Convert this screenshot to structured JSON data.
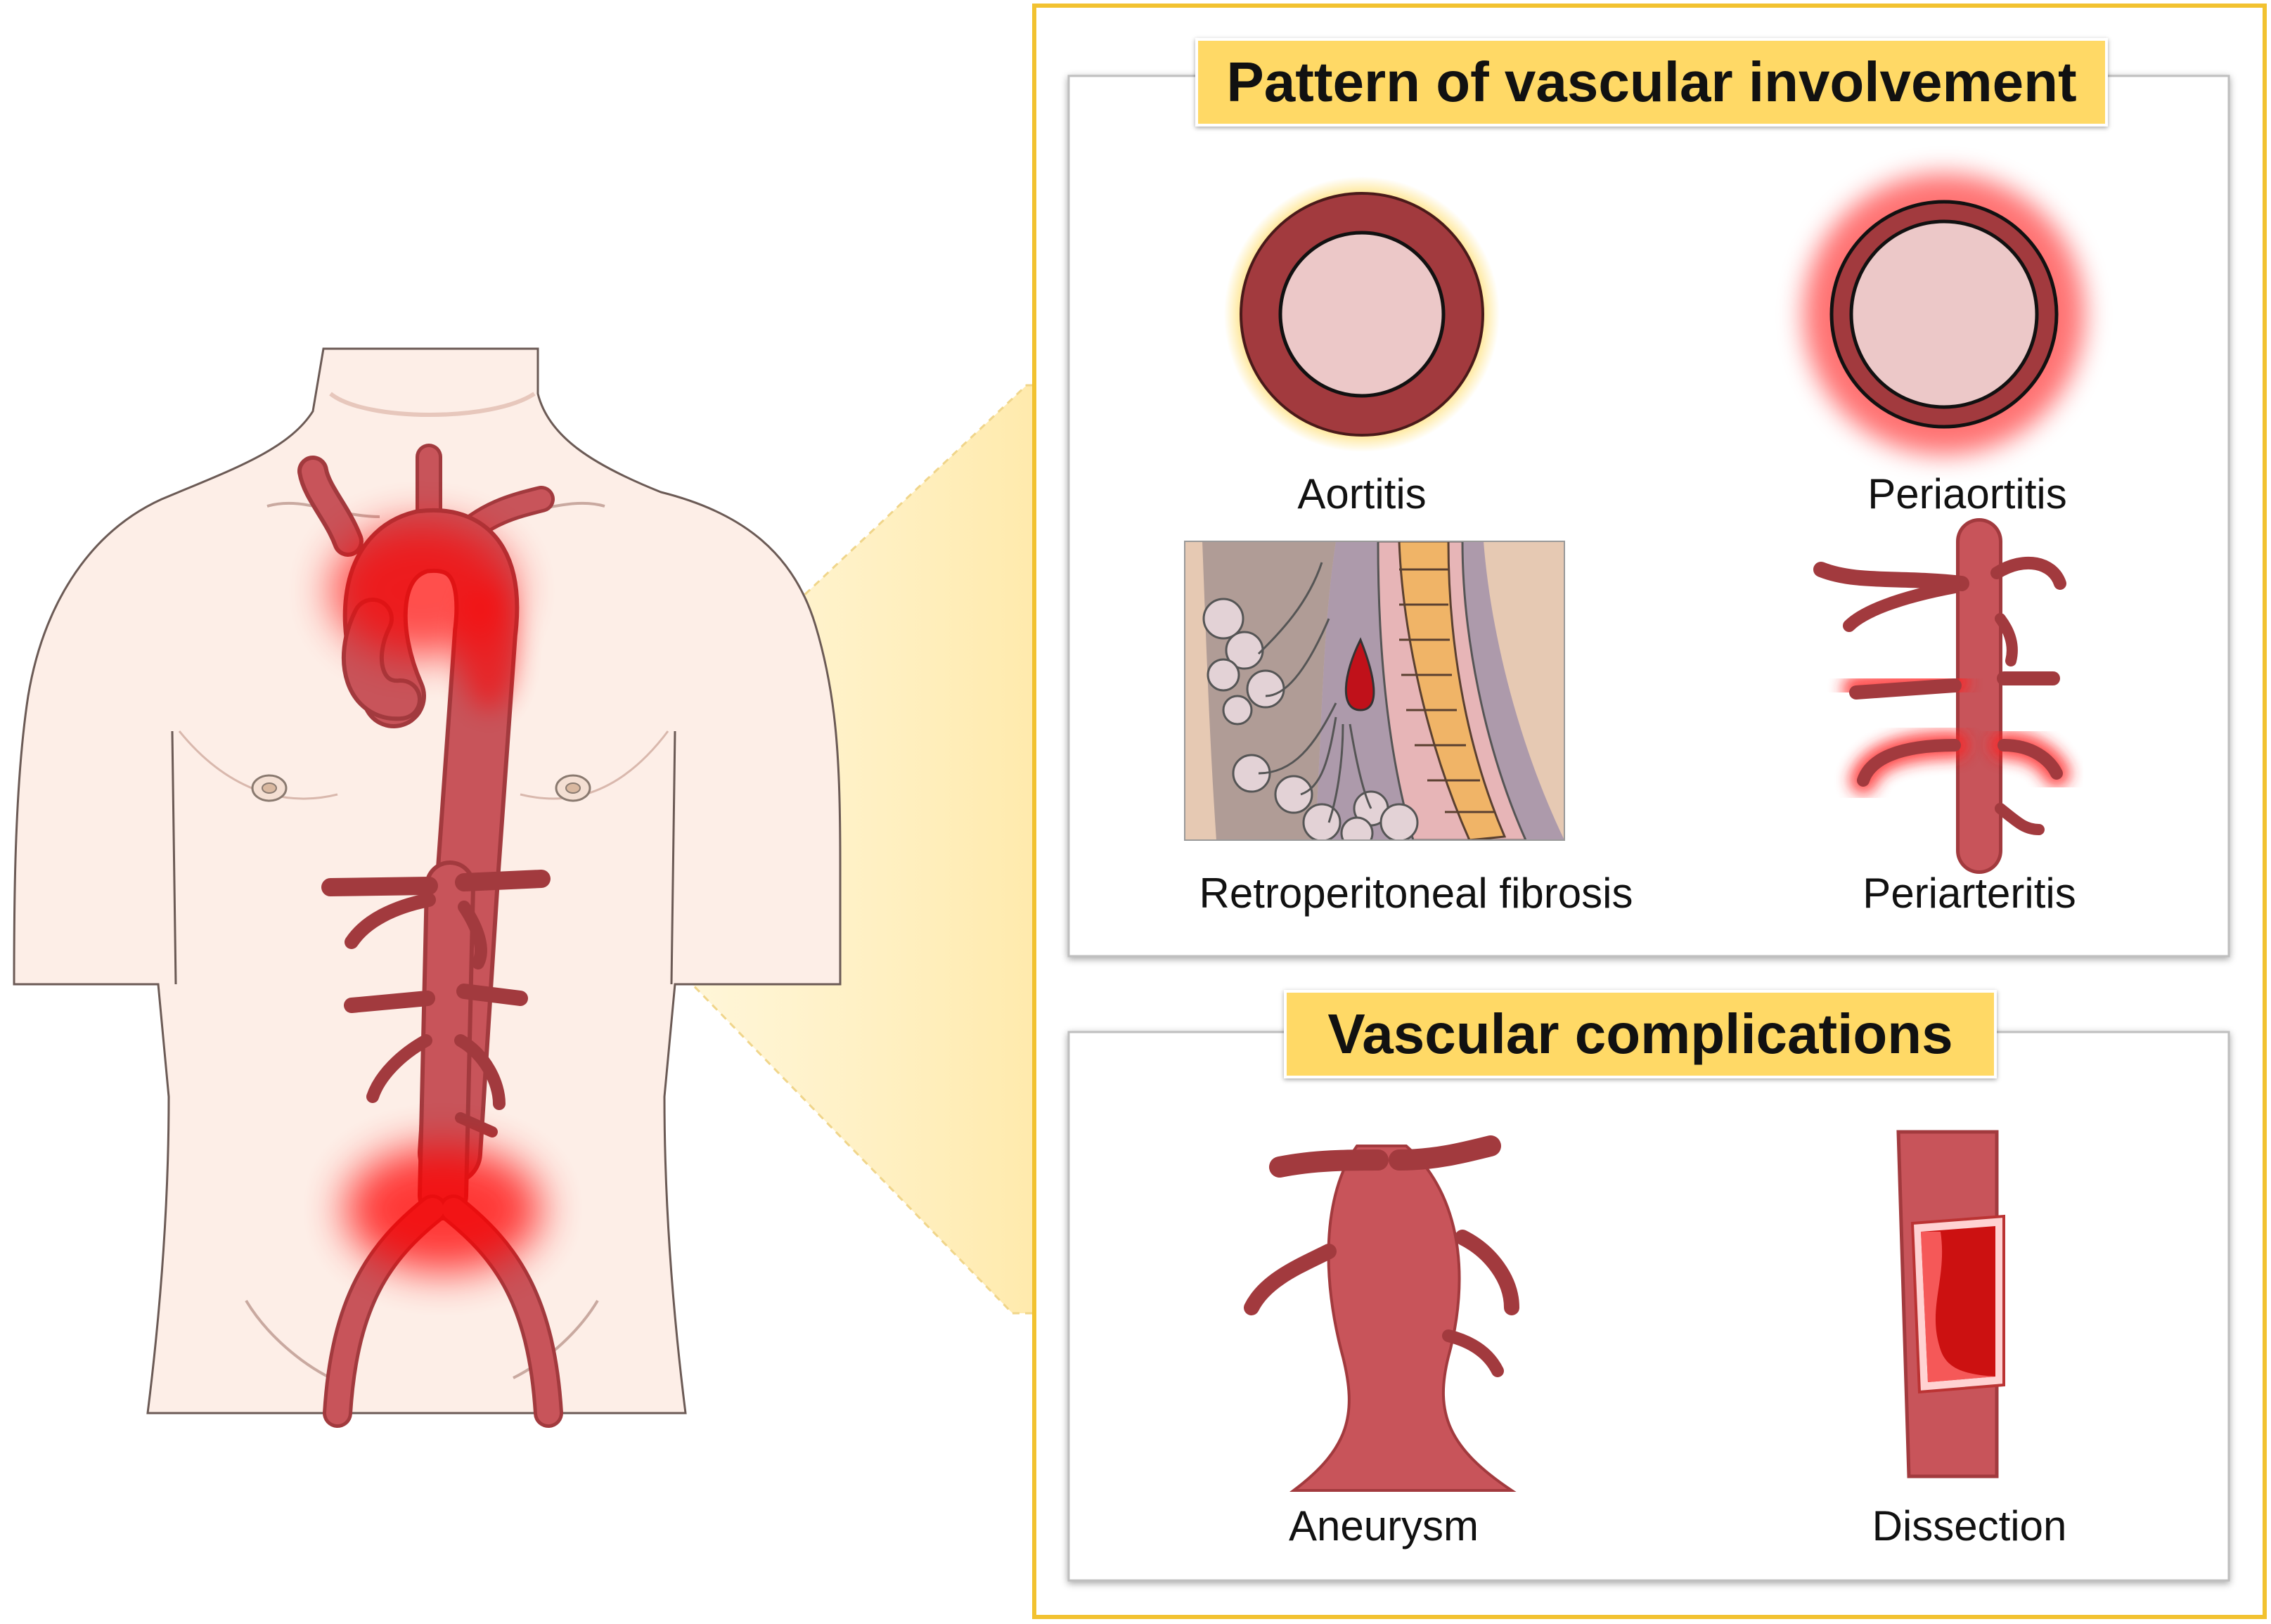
{
  "panel_involvement": {
    "title": "Pattern of vascular involvement",
    "items": [
      {
        "label": "Aortitis"
      },
      {
        "label": "Periaortitis"
      },
      {
        "label": "Retroperitoneal fibrosis"
      },
      {
        "label": "Periarteritis"
      }
    ]
  },
  "panel_complications": {
    "title": "Vascular complications",
    "items": [
      {
        "label": "Aneurysm"
      },
      {
        "label": "Dissection"
      }
    ]
  },
  "colors": {
    "frame": "#f2c230",
    "title_fill": "#ffd966",
    "vessel": "#c8545a",
    "vessel_dark": "#a23a3e",
    "lumen": "#ecc8c8",
    "skin": "#fdeee7",
    "inflammation": "#ff0000"
  }
}
